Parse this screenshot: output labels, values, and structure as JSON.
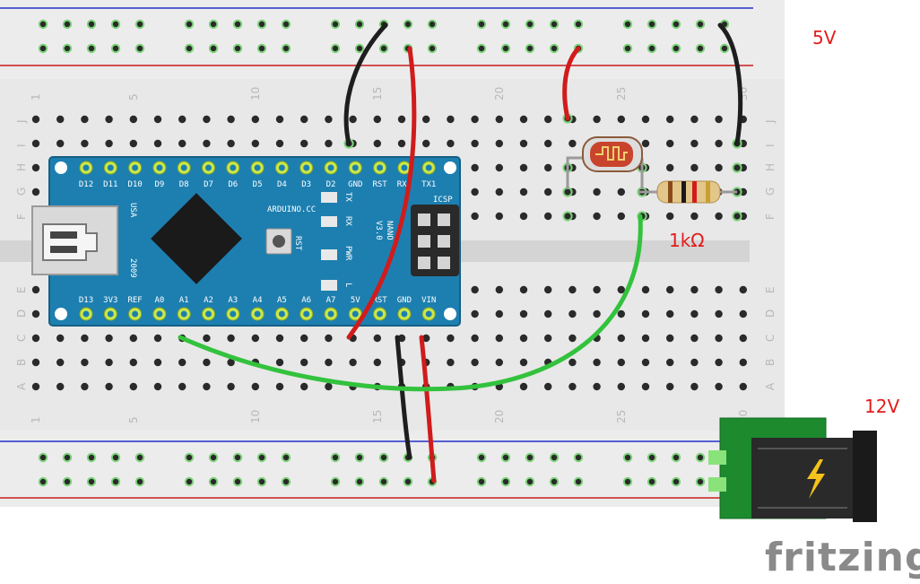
{
  "labels": {
    "five_volt": "5V",
    "twelve_volt": "12V",
    "resistor": "1kΩ",
    "brand": "fritzing"
  },
  "breadboard": {
    "column_numbers": [
      "1",
      "5",
      "10",
      "15",
      "20",
      "25",
      "30"
    ],
    "row_letters_top": [
      "J",
      "I",
      "H",
      "G",
      "F"
    ],
    "row_letters_bottom": [
      "E",
      "D",
      "C",
      "B",
      "A"
    ]
  },
  "arduino": {
    "top_pins": [
      "D12",
      "D11",
      "D10",
      "D9",
      "D8",
      "D7",
      "D6",
      "D5",
      "D4",
      "D3",
      "D2",
      "GND",
      "RST",
      "RX0",
      "TX1"
    ],
    "bottom_pins": [
      "D13",
      "3V3",
      "REF",
      "A0",
      "A1",
      "A2",
      "A3",
      "A4",
      "A5",
      "A6",
      "A7",
      "5V",
      "RST",
      "GND",
      "VIN"
    ],
    "board_text": [
      "ARDUINO.CC",
      "NANO",
      "V3.0",
      "USA",
      "2009",
      "ICSP",
      "RST"
    ],
    "leds": [
      "TX",
      "RX",
      "PWR",
      "L"
    ],
    "icsp_label": "ICSP",
    "brand_text": "ARDUINO.CC"
  },
  "colors": {
    "wire_red": "#d01c1c",
    "wire_black": "#1e1e1e",
    "wire_green": "#33c23d",
    "board_blue": "#1d7fb0",
    "jack_green": "#1d8a2e",
    "label_red": "#e31c1c"
  },
  "icons": [
    "power-bolt-icon",
    "photoresistor-icon",
    "resistor-icon"
  ]
}
